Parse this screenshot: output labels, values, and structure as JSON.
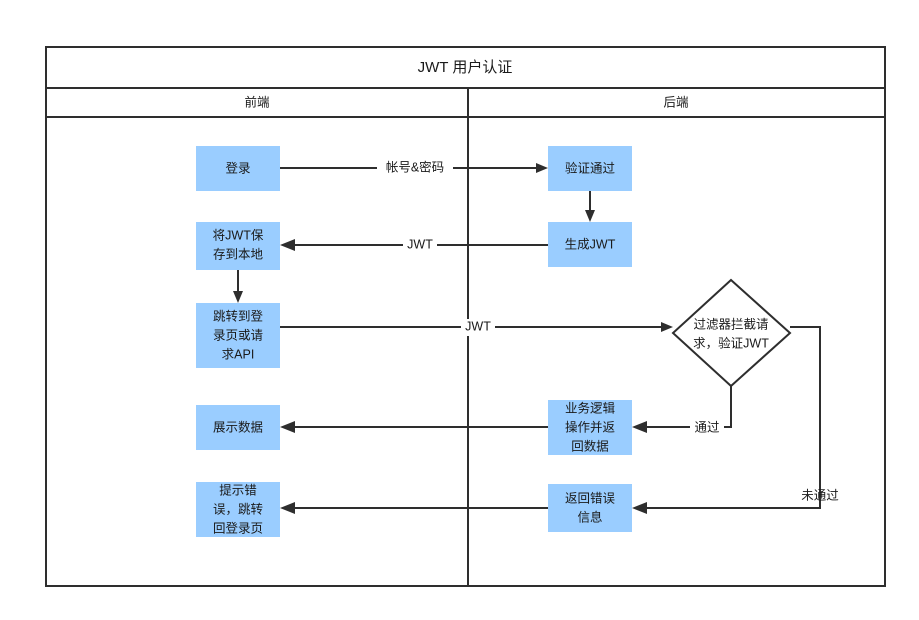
{
  "diagram": {
    "title": "JWT 用户认证",
    "type": "swimlane-flowchart",
    "lanes": [
      {
        "id": "frontend",
        "label": "前端"
      },
      {
        "id": "backend",
        "label": "后端"
      }
    ],
    "colors": {
      "node_fill": "#9ACDFF",
      "node_text": "#1a1a1a",
      "line": "#2e2e2e",
      "frame": "#2e2e2e",
      "canvas": "#ffffff",
      "decision_fill": "#ffffff"
    },
    "nodes": [
      {
        "id": "n1",
        "lane": "frontend",
        "shape": "rect",
        "lines": [
          "登录"
        ]
      },
      {
        "id": "n2",
        "lane": "backend",
        "shape": "rect",
        "lines": [
          "验证通过"
        ]
      },
      {
        "id": "n3",
        "lane": "backend",
        "shape": "rect",
        "lines": [
          "生成JWT"
        ]
      },
      {
        "id": "n4",
        "lane": "frontend",
        "shape": "rect",
        "lines": [
          "将JWT保",
          "存到本地"
        ]
      },
      {
        "id": "n5",
        "lane": "frontend",
        "shape": "rect",
        "lines": [
          "跳转到登",
          "录页或请",
          "求API"
        ]
      },
      {
        "id": "n6",
        "lane": "backend",
        "shape": "diamond",
        "lines": [
          "过滤器拦截请",
          "求，验证JWT"
        ]
      },
      {
        "id": "n7",
        "lane": "backend",
        "shape": "rect",
        "lines": [
          "业务逻辑",
          "操作并返",
          "回数据"
        ]
      },
      {
        "id": "n8",
        "lane": "frontend",
        "shape": "rect",
        "lines": [
          "展示数据"
        ]
      },
      {
        "id": "n9",
        "lane": "backend",
        "shape": "rect",
        "lines": [
          "返回错误",
          "信息"
        ]
      },
      {
        "id": "n10",
        "lane": "frontend",
        "shape": "rect",
        "lines": [
          "提示错",
          "误，跳转",
          "回登录页"
        ]
      }
    ],
    "edges": [
      {
        "id": "e1",
        "from": "n1",
        "to": "n2",
        "label": "帐号&密码"
      },
      {
        "id": "e2",
        "from": "n2",
        "to": "n3",
        "label": ""
      },
      {
        "id": "e3",
        "from": "n3",
        "to": "n4",
        "label": "JWT"
      },
      {
        "id": "e4",
        "from": "n4",
        "to": "n5",
        "label": ""
      },
      {
        "id": "e5",
        "from": "n5",
        "to": "n6",
        "label": "JWT"
      },
      {
        "id": "e6",
        "from": "n6",
        "to": "n7",
        "label": "通过"
      },
      {
        "id": "e7",
        "from": "n7",
        "to": "n8",
        "label": ""
      },
      {
        "id": "e8",
        "from": "n6",
        "to": "n9",
        "label": "未通过"
      },
      {
        "id": "e9",
        "from": "n9",
        "to": "n10",
        "label": ""
      }
    ],
    "edge_labels": {
      "account_password": "帐号&密码",
      "jwt_return": "JWT",
      "jwt_request": "JWT",
      "pass": "通过",
      "fail": "未通过"
    }
  }
}
